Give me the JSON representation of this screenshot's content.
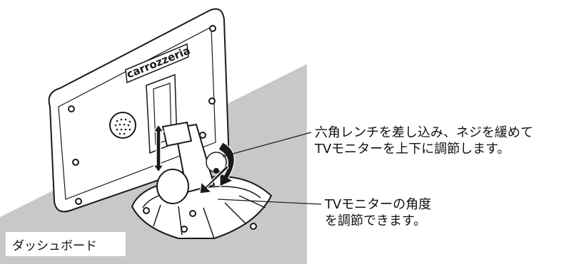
{
  "callouts": {
    "wrench_instruction": {
      "line1": "六角レンチを差し込み、ネジを緩めて",
      "line2": "TVモニターを上下に調節します。"
    },
    "angle_instruction": {
      "line1": "TVモニターの角度",
      "line2": "を調節できます。"
    }
  },
  "surface_label": "ダッシュボード",
  "brand_logo": "carrozzeria",
  "colors": {
    "dashboard": "#c8c8c8",
    "outline": "#1a1a1a",
    "device_fill": "#ffffff"
  }
}
